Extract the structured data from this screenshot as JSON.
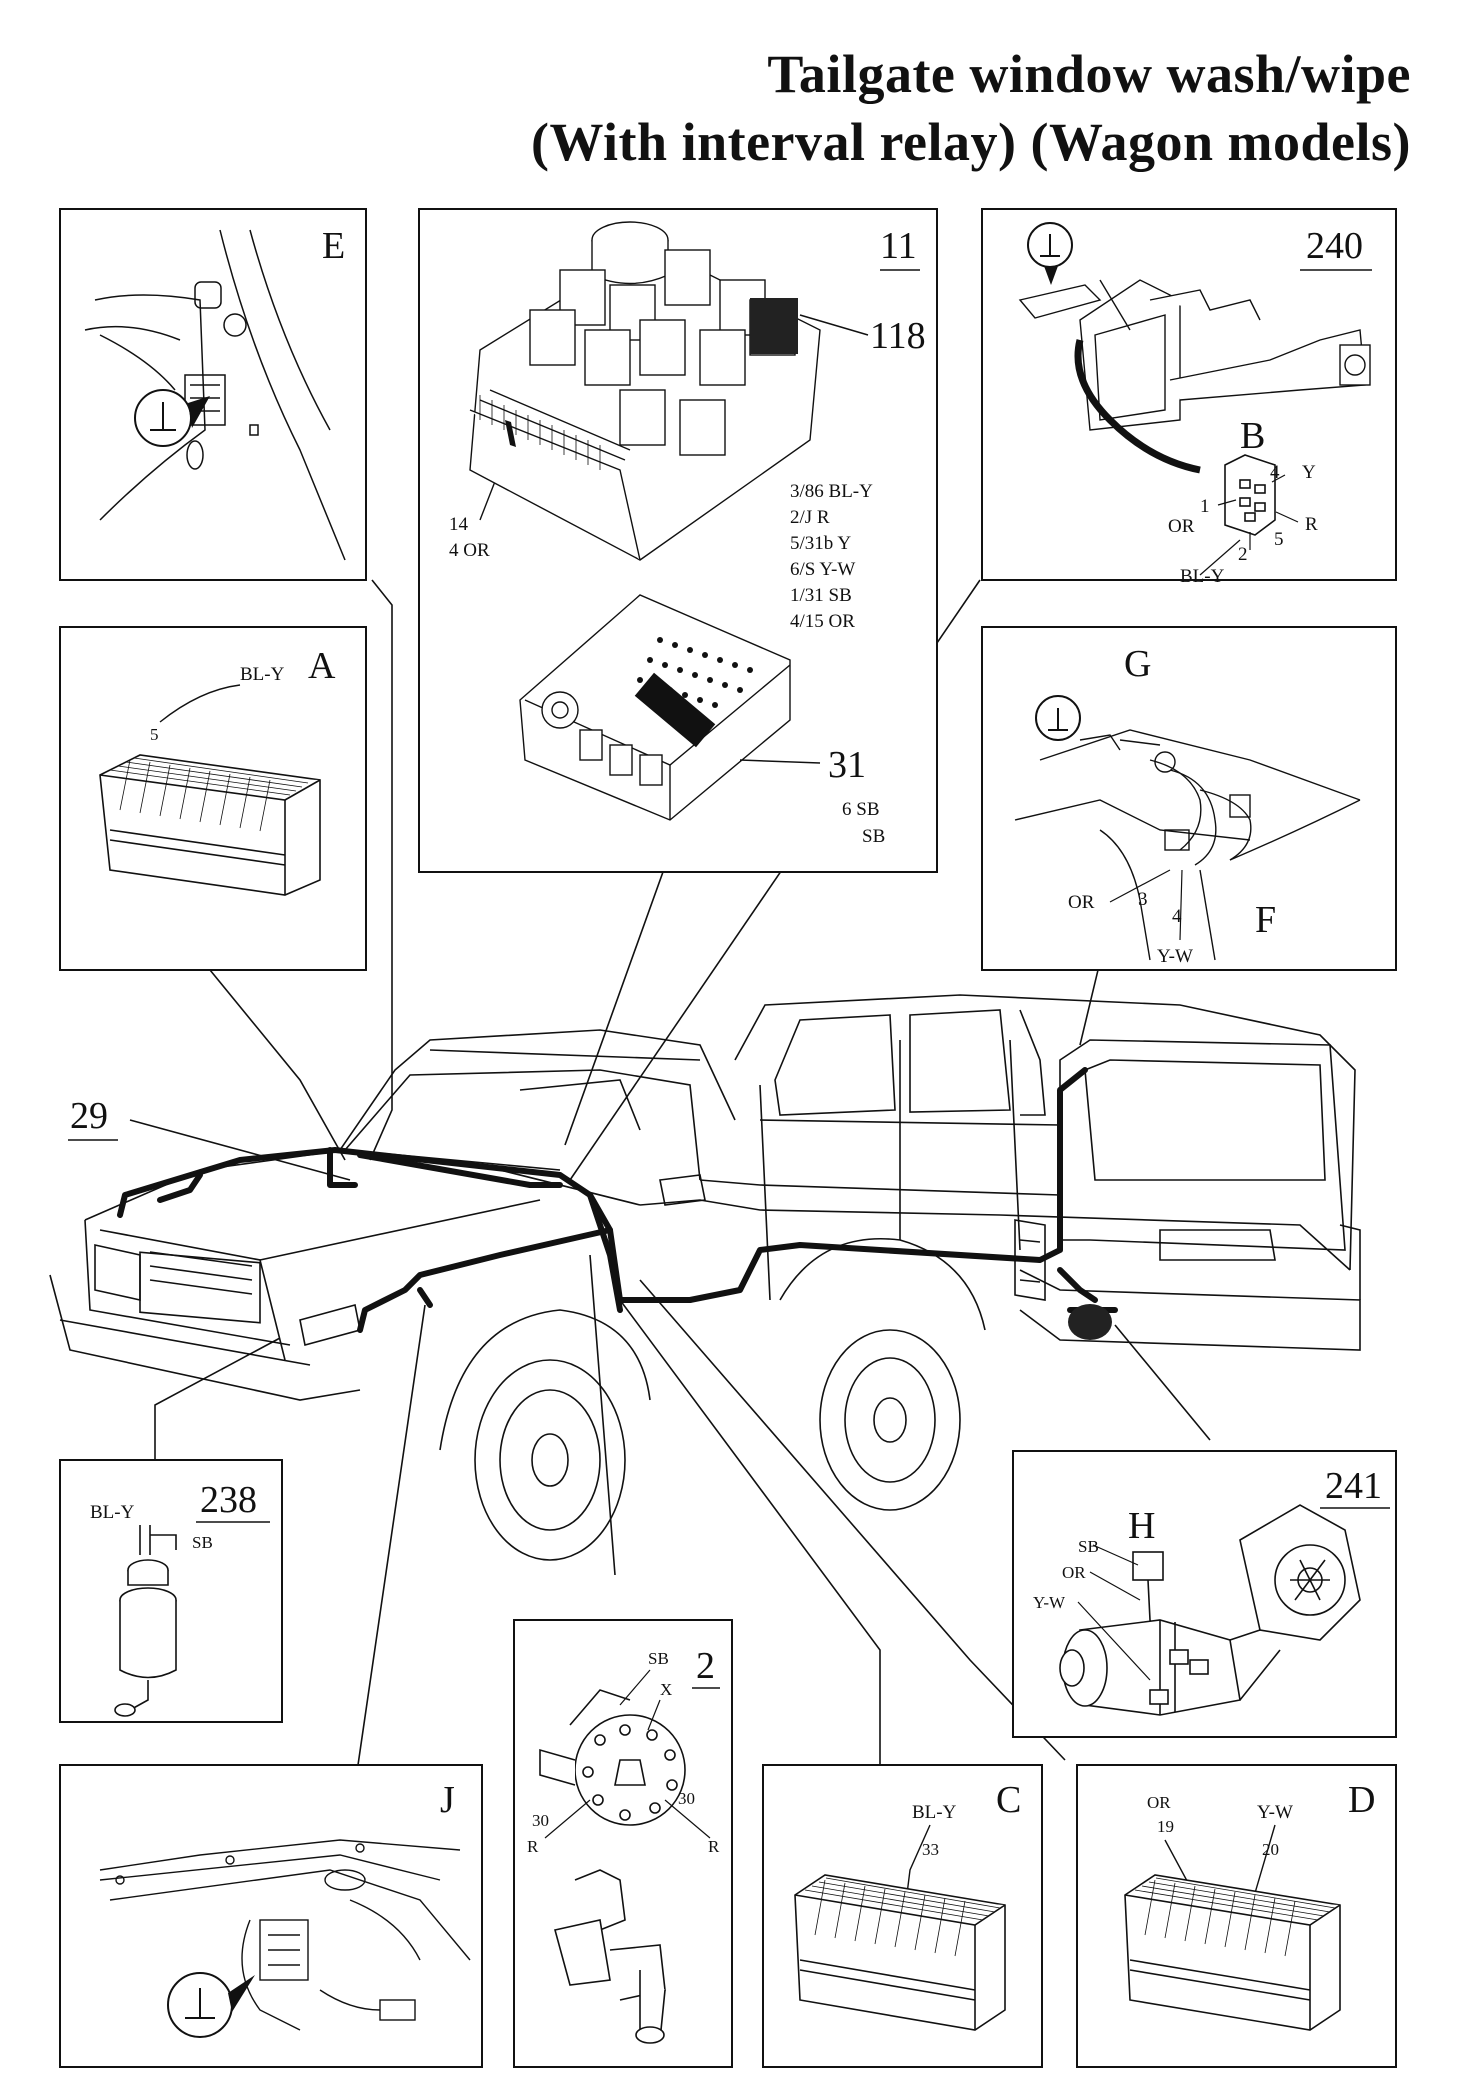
{
  "title": {
    "line1": "Tailgate window wash/wipe",
    "line2": "(With interval relay) (Wagon models)"
  },
  "insets": {
    "E": {
      "letter": "E"
    },
    "A": {
      "letter": "A",
      "wire_color": "BL-Y",
      "pin": "5"
    },
    "11": {
      "number": "11",
      "relay_ref": "118",
      "fuse_pin": "14",
      "fuse_wire": "4 OR",
      "pins": [
        "3/86 BL-Y",
        "2/J R",
        "5/31b Y",
        "6/S Y-W",
        "1/31 SB",
        "4/15 OR"
      ],
      "fusebox_ref": "31",
      "fusebox_wire1": "6 SB",
      "fusebox_wire2": "SB"
    },
    "240": {
      "number": "240",
      "connector": "B",
      "pin4": "4",
      "wire4": "Y",
      "pin1": "1",
      "wire1": "OR",
      "pin5": "5",
      "wire5": "R",
      "pin2": "2",
      "wire2": "BL-Y"
    },
    "GF": {
      "letter_g": "G",
      "letter_f": "F",
      "wire_or": "OR",
      "pin3": "3",
      "pin4": "4",
      "wire_yw": "Y-W"
    },
    "238": {
      "number": "238",
      "wire1": "BL-Y",
      "wire2": "SB"
    },
    "2": {
      "number": "2",
      "wire_sb": "SB",
      "pin_x": "X",
      "pin30_left": "30",
      "wire_r_left": "R",
      "pin30_right": "30",
      "wire_r_right": "R"
    },
    "241": {
      "number": "241",
      "letter": "H",
      "wire_sb": "SB",
      "wire_or": "OR",
      "wire_yw": "Y-W"
    },
    "J": {
      "letter": "J"
    },
    "C": {
      "letter": "C",
      "wire_color": "BL-Y",
      "pin": "33"
    },
    "D": {
      "letter": "D",
      "wire_or": "OR",
      "pin19": "19",
      "wire_yw": "Y-W",
      "pin20": "20"
    }
  },
  "main": {
    "harness_ref": "29"
  }
}
